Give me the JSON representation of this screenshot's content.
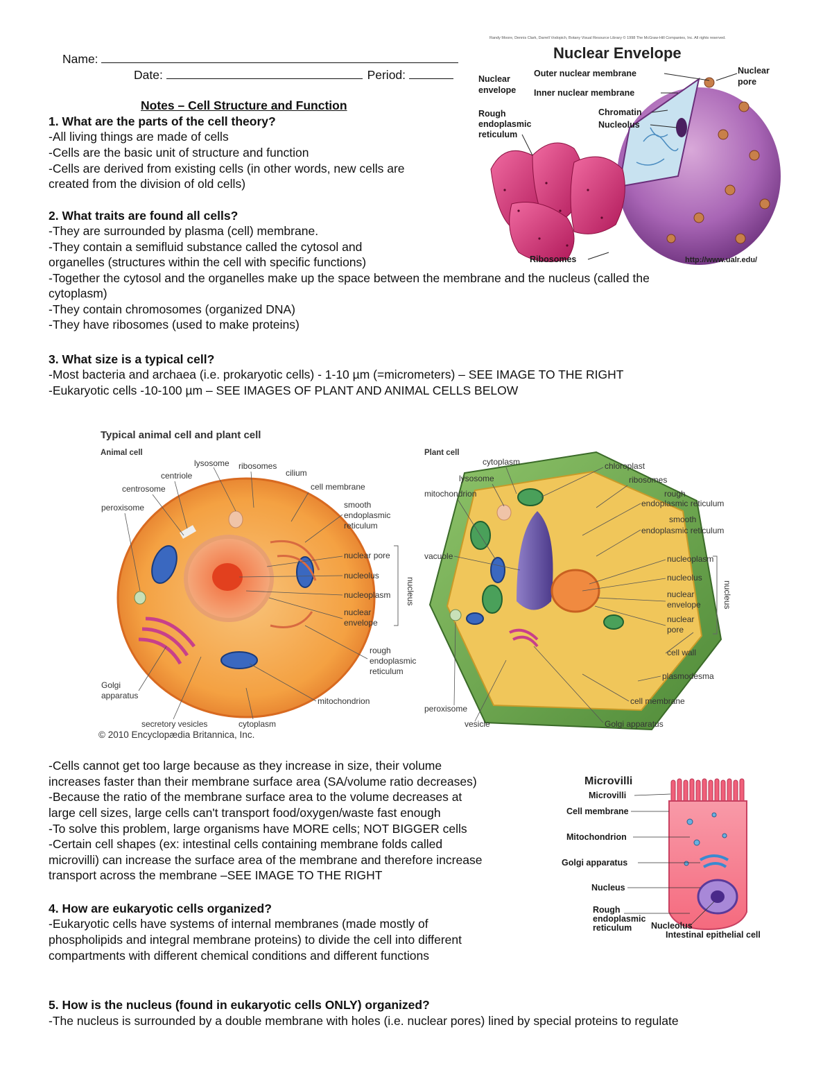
{
  "header": {
    "name_label": "Name:",
    "date_label": "Date:",
    "period_label": "Period:"
  },
  "title": "Notes – Cell Structure and Function",
  "sections": [
    {
      "heading": "1. What are the parts of the cell theory?",
      "lines": [
        "-All living things are made of cells",
        "-Cells are the basic unit of structure and function",
        "-Cells are derived from existing cells (in other words, new cells are",
        "created from the division of old cells)"
      ]
    },
    {
      "heading": "2. What traits are found all cells?",
      "lines": [
        "-They are surrounded by plasma (cell) membrane.",
        "-They contain a semifluid substance called the cytosol and",
        "organelles (structures within the cell with specific functions)",
        "-Together the cytosol and the organelles make up the space between the membrane and the nucleus (called the",
        "cytoplasm)",
        "-They contain chromosomes (organized DNA)",
        "-They have ribosomes (used to make proteins)"
      ]
    },
    {
      "heading": "3. What size is a typical cell?",
      "lines": [
        "-Most bacteria and archaea (i.e. prokaryotic cells) - 1-10 µm (=micrometers) – SEE IMAGE TO THE RIGHT",
        "-Eukaryotic cells -10-100 µm – SEE IMAGES OF PLANT AND ANIMAL CELLS BELOW"
      ]
    },
    {
      "heading": "",
      "lines": [
        "-Cells cannot get too large because as they increase in size, their volume",
        "increases faster than their membrane surface area (SA/volume ratio decreases)",
        "-Because the ratio of the membrane surface area to the volume decreases at",
        "large cell sizes, large cells can't transport food/oxygen/waste fast enough",
        "-To solve this problem, large organisms have MORE cells; NOT BIGGER cells",
        "-Certain cell shapes (ex: intestinal cells containing membrane folds called",
        "microvilli) can increase the surface area of the membrane and therefore increase",
        "transport across the membrane –SEE IMAGE TO THE RIGHT"
      ]
    },
    {
      "heading": "4. How are eukaryotic cells organized?",
      "lines": [
        "-Eukaryotic cells have systems of internal membranes (made mostly of",
        "phospholipids and integral membrane proteins) to divide the cell into different",
        "compartments with different chemical conditions and different functions"
      ]
    },
    {
      "heading": "5. How is the nucleus (found in eukaryotic cells ONLY) organized?",
      "lines": [
        "-The nucleus is surrounded by a double membrane with holes (i.e. nuclear pores) lined by special proteins to regulate"
      ]
    }
  ],
  "nuclear_figure": {
    "credit": "Randy Moore, Dennis Clark, Darrell Vodopich, Botany Visual Resource Library © 1998 The McGraw-Hill Companies, Inc. All rights reserved.",
    "title": "Nuclear Envelope",
    "labels": {
      "nuclear_envelope": [
        "Nuclear",
        "envelope"
      ],
      "outer": "Outer nuclear membrane",
      "inner": "Inner nuclear membrane",
      "pore": [
        "Nuclear",
        "pore"
      ],
      "rer": [
        "Rough",
        "endoplasmic",
        "reticulum"
      ],
      "chromatin": "Chromatin",
      "nucleolus": "Nucleolus",
      "ribosomes": "Ribosomes",
      "url": "http://www.ualr.edu/"
    }
  },
  "cells_figure": {
    "title": "Typical animal cell and plant cell",
    "animal_title": "Animal cell",
    "plant_title": "Plant cell",
    "copyright": "© 2010 Encyclopædia Britannica, Inc.",
    "animal_labels": {
      "lysosome": "lysosome",
      "ribosomes": "ribosomes",
      "centriole": "centriole",
      "cilium": "cilium",
      "centrosome": "centrosome",
      "cell_membrane": "cell membrane",
      "peroxisome": "peroxisome",
      "ser": [
        "smooth",
        "endoplasmic",
        "reticulum"
      ],
      "nuclear_pore": "nuclear pore",
      "nucleolus": "nucleolus",
      "nucleoplasm": "nucleoplasm",
      "nuclear_envelope": [
        "nuclear",
        "envelope"
      ],
      "nucleus": "nucleus",
      "rer": [
        "rough",
        "endoplasmic",
        "reticulum"
      ],
      "golgi": [
        "Golgi",
        "apparatus"
      ],
      "mitochondrion": "mitochondrion",
      "secretory": "secretory vesicles",
      "cytoplasm": "cytoplasm"
    },
    "plant_labels": {
      "cytoplasm": "cytoplasm",
      "chloroplast": "chloroplast",
      "lysosome": "lysosome",
      "ribosomes": "ribosomes",
      "mitochondrion": "mitochondrion",
      "rer": [
        "rough",
        "endoplasmic reticulum"
      ],
      "ser": [
        "smooth",
        "endoplasmic reticulum"
      ],
      "vacuole": "vacuole",
      "nucleoplasm": "nucleoplasm",
      "nucleolus": "nucleolus",
      "nuclear_envelope": [
        "nuclear",
        "envelope"
      ],
      "nuclear_pore": [
        "nuclear",
        "pore"
      ],
      "nucleus": "nucleus",
      "cell_wall": "cell wall",
      "plasmodesma": "plasmodesma",
      "cell_membrane": "cell membrane",
      "peroxisome": "peroxisome",
      "vesicle": "vesicle",
      "golgi": "Golgi apparatus"
    }
  },
  "microvilli_figure": {
    "title": "Microvilli",
    "labels": {
      "microvilli": "Microvilli",
      "cell_membrane": "Cell membrane",
      "mitochondrion": "Mitochondrion",
      "golgi": "Golgi apparatus",
      "nucleus": "Nucleus",
      "rer": [
        "Rough",
        "endoplasmic",
        "reticulum"
      ],
      "nucleolus": "Nucleolus",
      "caption": "Intestinal epithelial cell"
    }
  }
}
